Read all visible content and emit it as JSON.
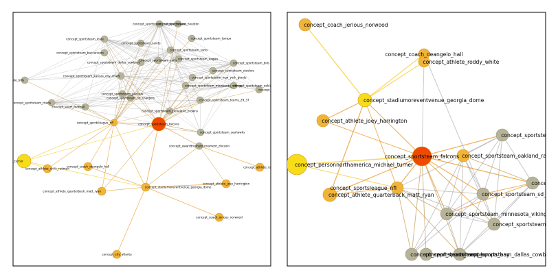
{
  "colors": {
    "panel_border": "#000000",
    "node_gray": "#b7b398",
    "node_orange": "#f0b43a",
    "node_yellow": "#f7dc1a",
    "node_red": "#f04a00",
    "edge_gray": "#9a9a9a",
    "edge_tan": "#c8a060",
    "edge_orange": "#ea9a2a",
    "edge_yellow": "#f4cc30"
  },
  "left_panel": {
    "nodes": [
      {
        "id": "houston_texans",
        "label": "concept_sportsteam_houston_texans",
        "c": "gray"
      },
      {
        "id": "houston2",
        "label": "concept_sportsteam_houston",
        "c": "gray"
      },
      {
        "id": "tampa",
        "label": "concept_sportsteam_tampa",
        "c": "gray"
      },
      {
        "id": "louie",
        "label": "concept_sportsteam_louie",
        "c": "gray"
      },
      {
        "id": "saints",
        "label": "concept_sportsteam_saints",
        "c": "gray"
      },
      {
        "id": "buccaneers",
        "label": "concept_sportsteam_buccaneers",
        "c": "gray"
      },
      {
        "id": "rams",
        "label": "concept_sportsteam_rams",
        "c": "gray"
      },
      {
        "id": "eagles",
        "label": "concept_sportsteam_eagles",
        "c": "gray"
      },
      {
        "id": "dallas",
        "label": "concept_sportsteam_dallas_cowboys",
        "c": "gray"
      },
      {
        "id": "bills",
        "label": "concept_sportsteam_bills",
        "c": "gray"
      },
      {
        "id": "colts",
        "label": "concept_sportsteam_colts",
        "c": "gray"
      },
      {
        "id": "steelers",
        "label": "concept_sportsteam_steelers",
        "c": "gray"
      },
      {
        "id": "kc",
        "label": "concept_sportsteam_kansas_city_chiefs",
        "c": "gray"
      },
      {
        "id": "ny_giants",
        "label": "concept_sportsteam_new_york_giants",
        "c": "gray"
      },
      {
        "id": "buffalo",
        "label": "concept_sportsteam_buffalo_bills",
        "c": "gray"
      },
      {
        "id": "oakland",
        "label": "concept_sportsteam_oakland_raiders",
        "c": "gray"
      },
      {
        "id": "broncos",
        "label": "concept_sportsteam_broncos",
        "c": "gray"
      },
      {
        "id": "vikings",
        "label": "concept_sportsteam_minnesota_vikings",
        "c": "gray"
      },
      {
        "id": "titans",
        "label": "concept_sportsteam_titans",
        "c": "gray"
      },
      {
        "id": "packers",
        "label": "concept_sportsteam_packers",
        "c": "gray"
      },
      {
        "id": "sd",
        "label": "concept_sportsteam_sd_chargers",
        "c": "gray"
      },
      {
        "id": "s49",
        "label": "concept_sportsteam_teams_29_37",
        "c": "gray"
      },
      {
        "id": "football",
        "label": "concept_sport_football",
        "c": "gray"
      },
      {
        "id": "cleveland",
        "label": "concept_sportsteam_cleveland_browns",
        "c": "gray"
      },
      {
        "id": "nfl",
        "label": "concept_sportsleague_nfl",
        "c": "orange"
      },
      {
        "id": "falcons",
        "label": "concept_sportsteam_falcons",
        "c": "red"
      },
      {
        "id": "seahawks",
        "label": "concept_sportsteam_seahawks",
        "c": "gray"
      },
      {
        "id": "tournament",
        "label": "concept_awardtrophytournament_division",
        "c": "gray"
      },
      {
        "id": "turner",
        "label": "concept_personnorthamerica_michael_turner",
        "c": "yellow"
      },
      {
        "id": "redman",
        "label": "concept_athlete_chris_redman",
        "c": "orange"
      },
      {
        "id": "hall",
        "label": "concept_coach_deangelo_hall",
        "c": "orange"
      },
      {
        "id": "roddy",
        "label": "concept_athlete_roddy",
        "c": "orange"
      },
      {
        "id": "dome",
        "label": "concept_stadiumoreventvenue_georgia_dome",
        "c": "orange"
      },
      {
        "id": "harrington",
        "label": "concept_athlete_joey_harrington",
        "c": "orange"
      },
      {
        "id": "ryan",
        "label": "concept_athlete_quarterback_matt_ryan",
        "c": "orange"
      },
      {
        "id": "norwood",
        "label": "concept_coach_jerious_norwood",
        "c": "orange"
      },
      {
        "id": "atlanta",
        "label": "concept_city_atlanta",
        "c": "orange"
      }
    ]
  },
  "right_panel": {
    "nodes": [
      {
        "id": "norwood",
        "label": "concept_coach_jerious_norwood",
        "c": "orange"
      },
      {
        "id": "hall",
        "label": "concept_coach_deangelo_hall",
        "c": "orange"
      },
      {
        "id": "roddy",
        "label": "concept_athlete_roddy_white",
        "c": "orange"
      },
      {
        "id": "dome",
        "label": "concept_stadiumoreventvenue_georgia_dome",
        "c": "yellow"
      },
      {
        "id": "harrington",
        "label": "concept_athlete_joey_harrington",
        "c": "orange"
      },
      {
        "id": "kc",
        "label": "concept_sportsteam_kansas_city_chiefs",
        "c": "gray"
      },
      {
        "id": "turner",
        "label": "concept_personnorthamerica_michael_turner",
        "c": "yellow"
      },
      {
        "id": "falcons",
        "label": "concept_sportsteam_falcons",
        "c": "red"
      },
      {
        "id": "oakland",
        "label": "concept_sportsteam_oakland_raiders",
        "c": "orange"
      },
      {
        "id": "sport_f",
        "label": "concept_sport_f",
        "c": "gray"
      },
      {
        "id": "nfl",
        "label": "concept_sportsleague_nfl",
        "c": "orange"
      },
      {
        "id": "sd",
        "label": "concept_sportsteam_sd_chargers",
        "c": "gray"
      },
      {
        "id": "ryan",
        "label": "concept_athlete_quarterback_matt_ryan",
        "c": "orange"
      },
      {
        "id": "vikings",
        "label": "concept_sportsteam_minnesota_vikings",
        "c": "gray"
      },
      {
        "id": "ny_giants",
        "label": "concept_sportsteam_new_york_giants",
        "c": "gray"
      },
      {
        "id": "tampa",
        "label": "concept_sportsteam_tampa",
        "c": "gray"
      },
      {
        "id": "tampabay",
        "label": "concept_sportsteam_tampa_bay",
        "c": "gray"
      },
      {
        "id": "dallas",
        "label": "concept_sportsteam_dallas_cowboys",
        "c": "gray"
      }
    ]
  }
}
